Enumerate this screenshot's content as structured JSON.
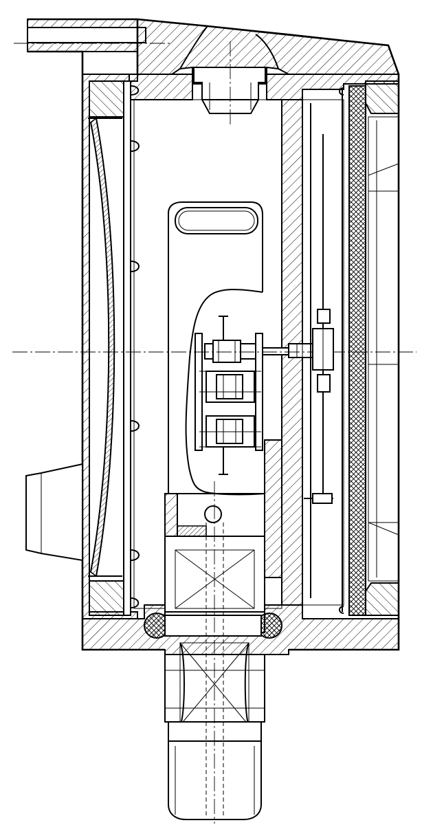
{
  "drawing": {
    "kind": "mechanical-cross-section",
    "line_color": "#000000",
    "background_color": "#ffffff",
    "hatch_styles": [
      "diagonal-45",
      "diagonal-135",
      "cross-hatch",
      "fine-diagonal"
    ]
  }
}
